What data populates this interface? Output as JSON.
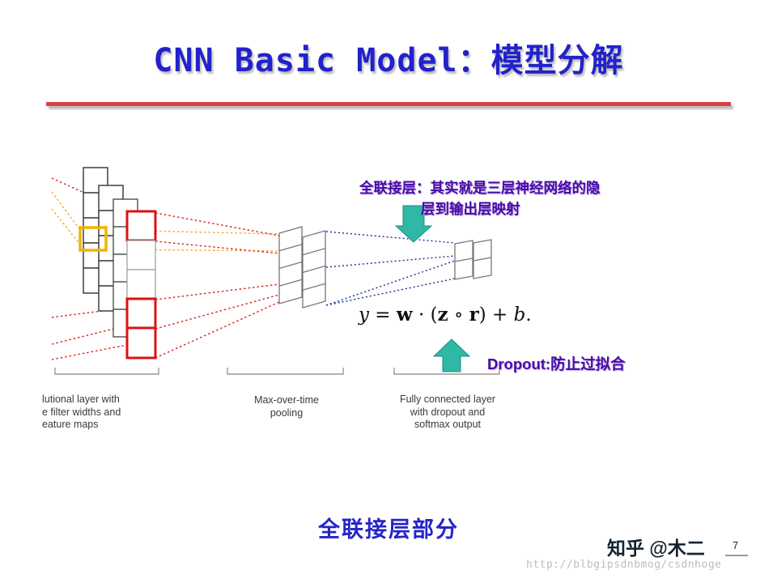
{
  "slide": {
    "title": "CNN Basic Model：模型分解",
    "page_number": "7"
  },
  "diagram": {
    "conv_label": {
      "line1": "lutional layer with",
      "line2": "e filter widths and",
      "line3": "eature maps"
    },
    "pool_label": {
      "line1": "Max-over-time",
      "line2": "pooling"
    },
    "fc_label": {
      "line1": "Fully connected layer",
      "line2": "with dropout and",
      "line3": "softmax output"
    }
  },
  "annotations": {
    "fc_note_line1": "全联接层：其实就是三层神经网络的隐",
    "fc_note_line2": "层到输出层映射",
    "dropout_note": "Dropout:防止过拟合",
    "bottom_caption": "全联接层部分",
    "formula": {
      "p1": "y",
      "p2": " = ",
      "p3": "w",
      "p4": " · (",
      "p5": "z",
      "p6": " ∘ ",
      "p7": "r",
      "p8": ") + ",
      "p9": "b",
      "p10": "."
    }
  },
  "watermarks": {
    "zhihu": "知乎 @木二",
    "url": "http://blbgipsdnbmog/csdnhoge"
  },
  "colors": {
    "title_blue": "#2222cc",
    "divider_red": "#d84040",
    "note_purple": "#4a0aa8",
    "arrow_teal": "#2eb8a5",
    "highlight_red": "#dd1111",
    "highlight_yellow": "#f0b400",
    "conn_orange": "#f5a623",
    "conn_red": "#dd2222",
    "conn_navy": "#1b2f8f"
  }
}
